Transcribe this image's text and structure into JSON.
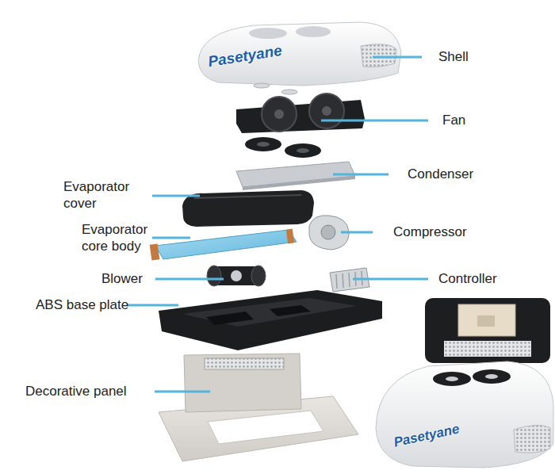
{
  "diagram": {
    "labels": [
      "Pasetyane",
      "Shell",
      "Fan",
      "Condenser",
      "Evaporator cover",
      "Evaporator core body",
      "Compressor",
      "Blower",
      "Controller",
      "ABS base plate",
      "Decorative panel",
      "Pasetyane"
    ]
  }
}
